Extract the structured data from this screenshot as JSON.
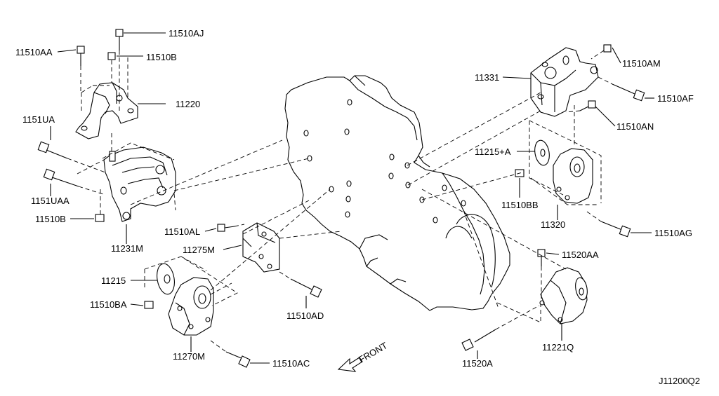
{
  "diagram": {
    "code": "J11200Q2",
    "front": "FRONT"
  },
  "labels": {
    "p11510AJ": "11510AJ",
    "p11510AA": "11510AA",
    "p11510B_top": "11510B",
    "p11220": "11220",
    "p1151UA": "1151UA",
    "p1151UAA": "1151UAA",
    "p11510B_bottom": "11510B",
    "p11231M": "11231M",
    "p11510AL": "11510AL",
    "p11275M": "11275M",
    "p11215": "11215",
    "p11510BA": "11510BA",
    "p11270M": "11270M",
    "p11510AC": "11510AC",
    "p11510AD": "11510AD",
    "p11331": "11331",
    "p11510AM": "11510AM",
    "p11510AF": "11510AF",
    "p11510AN": "11510AN",
    "p11215A": "11215+A",
    "p11510BB": "11510BB",
    "p11320": "11320",
    "p11510AG": "11510AG",
    "p11520AA": "11520AA",
    "p11221Q": "11221Q",
    "p11520A": "11520A"
  },
  "colors": {
    "ink": "#000000",
    "paper": "#ffffff"
  }
}
